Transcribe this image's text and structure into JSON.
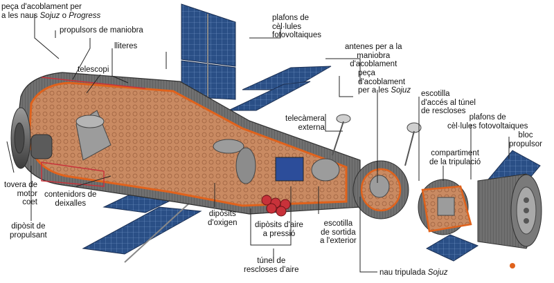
{
  "labels": {
    "docking_port_1": [
      "peça d'acoblament per",
      "a les naus ",
      "Sojuz",
      " o ",
      "Progress"
    ],
    "maneuver_thrusters": "propulsors de maniobra",
    "bunks": "lliteres",
    "telescope": "telescopi",
    "solar_panels_top": [
      "plafons de",
      "cèl·lules",
      "fotovoltaiques"
    ],
    "docking_antennas": [
      "antenes per a la",
      "maniobra",
      "d'acoblament"
    ],
    "docking_port_2": [
      "peça",
      "d'acoblament",
      "per a les ",
      "Sojuz"
    ],
    "airlock_hatch": [
      "escotilla",
      "d'accés al túnel",
      "de rescloses"
    ],
    "external_camera": [
      "telecàmera",
      "externa"
    ],
    "solar_panels_right": [
      "plafons de",
      "cèl·lules fotovoltaiques"
    ],
    "propulsion_block": [
      "bloc",
      "propulsor"
    ],
    "crew_compartment": [
      "compartiment",
      "de la tripulació"
    ],
    "engine_nozzle": [
      "tovera de",
      "motor",
      "coet"
    ],
    "waste_containers": [
      "contenidors de",
      "deixalles"
    ],
    "fuel_tank": [
      "dipòsit de",
      "propulsant"
    ],
    "oxygen_tanks": [
      "dipòsits",
      "d'oxigen"
    ],
    "pressure_air_tanks": [
      "dipòsits d'aire",
      "a pressió"
    ],
    "exit_hatch": [
      "escotilla",
      "de sortida",
      "a l'exterior"
    ],
    "airlock_tunnel": [
      "túnel de",
      "rescloses d'aire"
    ],
    "crewed_ship": [
      "nau tripulada ",
      "Sojuz"
    ]
  },
  "colors": {
    "hull": "#6e6e6e",
    "hull_dark": "#3e3e3e",
    "interior": "#c98a62",
    "cutaway_edge": "#e0621c",
    "solar_panel": "#2a4f86",
    "solar_panel_light": "#5f86bd",
    "red_tanks": "#c8323a"
  }
}
